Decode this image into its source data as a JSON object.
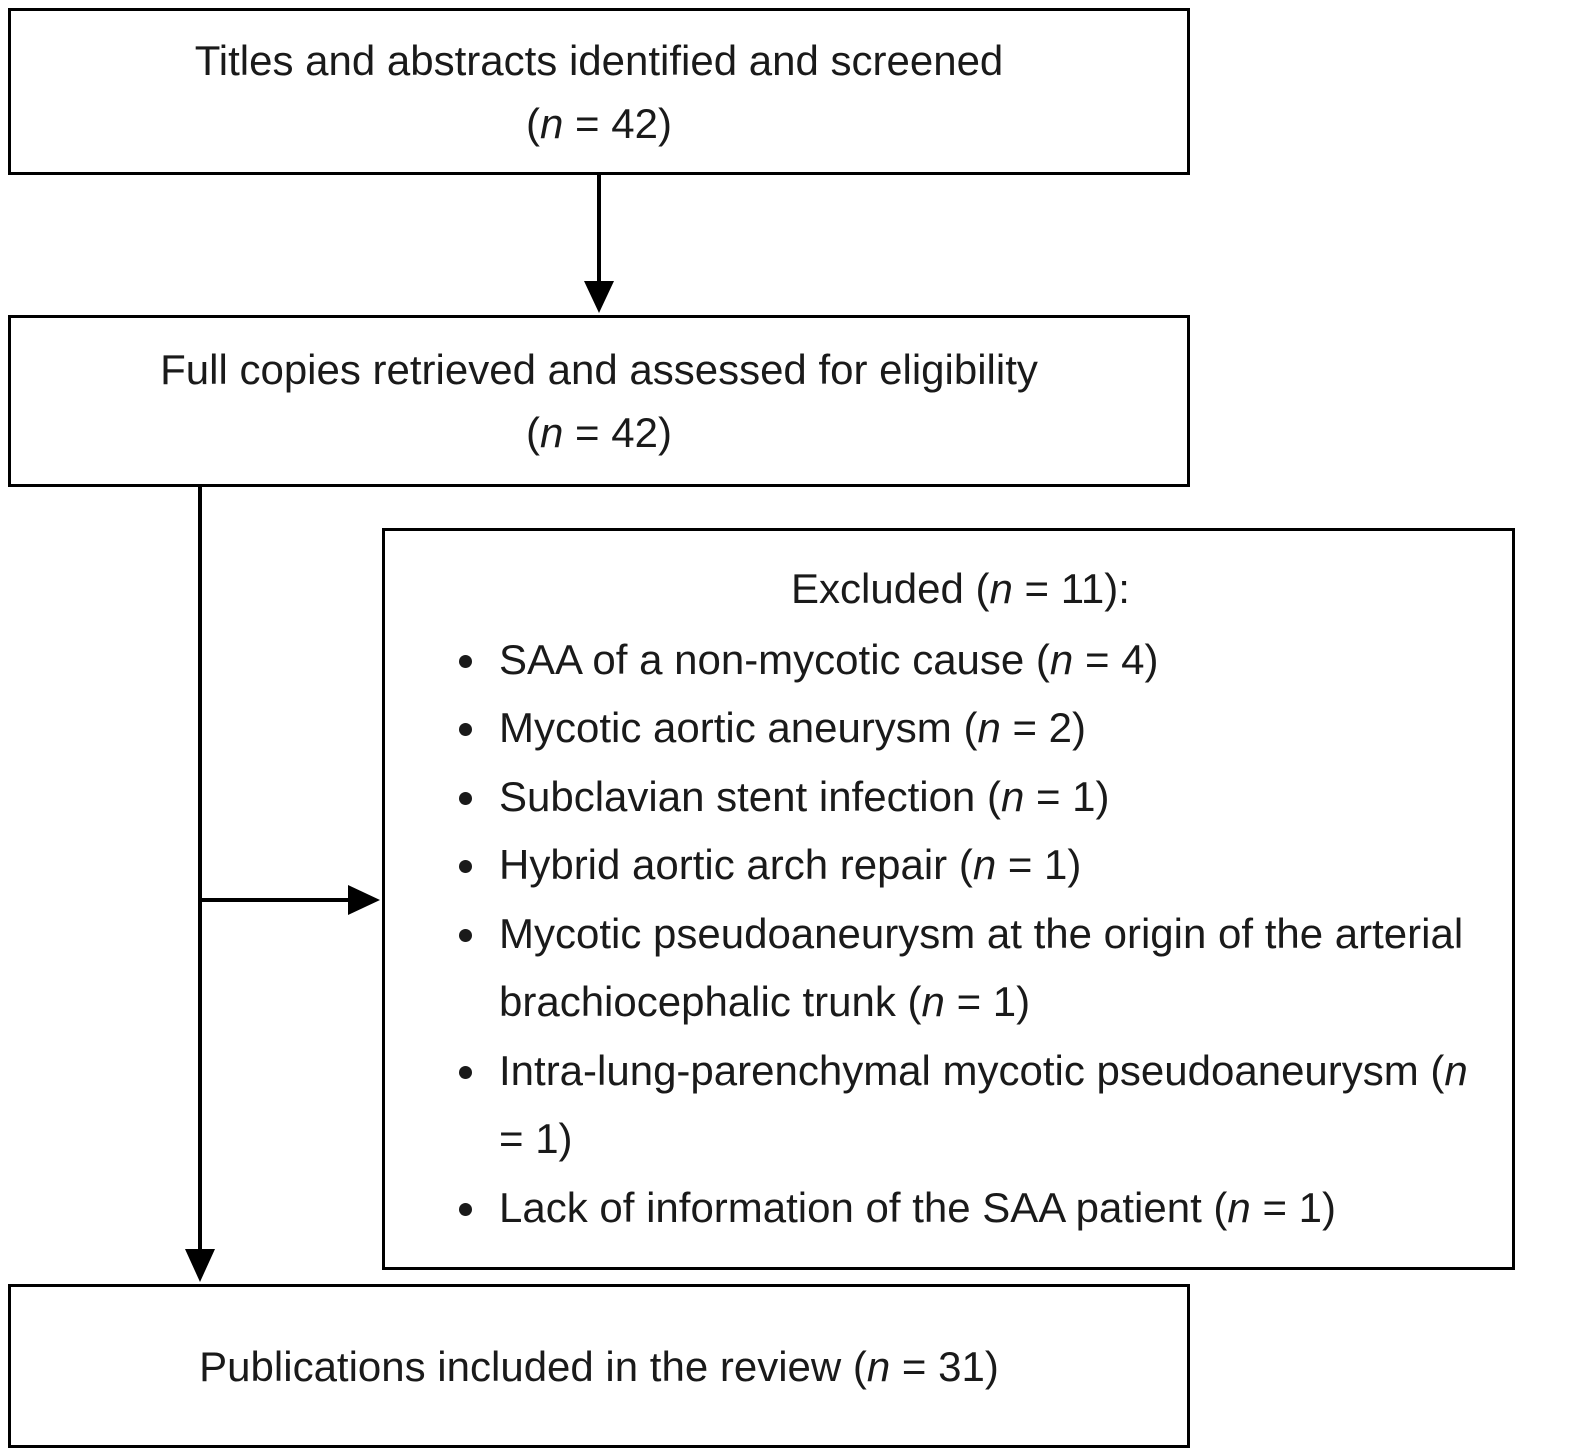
{
  "boxes": {
    "screened": {
      "line1": "Titles and abstracts identified and screened",
      "count": {
        "pre": "(",
        "var": "n",
        "post": " = 42)"
      }
    },
    "assessed": {
      "line1": "Full copies retrieved and assessed for eligibility",
      "count": {
        "pre": "(",
        "var": "n",
        "post": " = 42)"
      }
    },
    "excluded": {
      "title": {
        "pre": "Excluded (",
        "var": "n",
        "post": " = 11):"
      },
      "items": [
        {
          "pre": "SAA of a non-mycotic cause (",
          "var": "n",
          "post": " = 4)"
        },
        {
          "pre": "Mycotic aortic aneurysm (",
          "var": "n",
          "post": " = 2)"
        },
        {
          "pre": "Subclavian stent infection (",
          "var": "n",
          "post": " = 1)"
        },
        {
          "pre": "Hybrid aortic arch repair (",
          "var": "n",
          "post": " = 1)"
        },
        {
          "pre": "Mycotic pseudoaneurysm at the origin of the arterial brachiocephalic trunk (",
          "var": "n",
          "post": " = 1)"
        },
        {
          "pre": "Intra-lung-parenchymal mycotic pseudoaneurysm (",
          "var": "n",
          "post": " = 1)"
        },
        {
          "pre": "Lack of information of the SAA patient (",
          "var": "n",
          "post": " = 1)"
        }
      ]
    },
    "included": {
      "line": {
        "pre": "Publications included in the review (",
        "var": "n",
        "post": " = 31)"
      }
    }
  },
  "colors": {
    "background": "#ffffff",
    "border": "#000000",
    "text": "#1a1a1a",
    "connector": "#000000"
  }
}
